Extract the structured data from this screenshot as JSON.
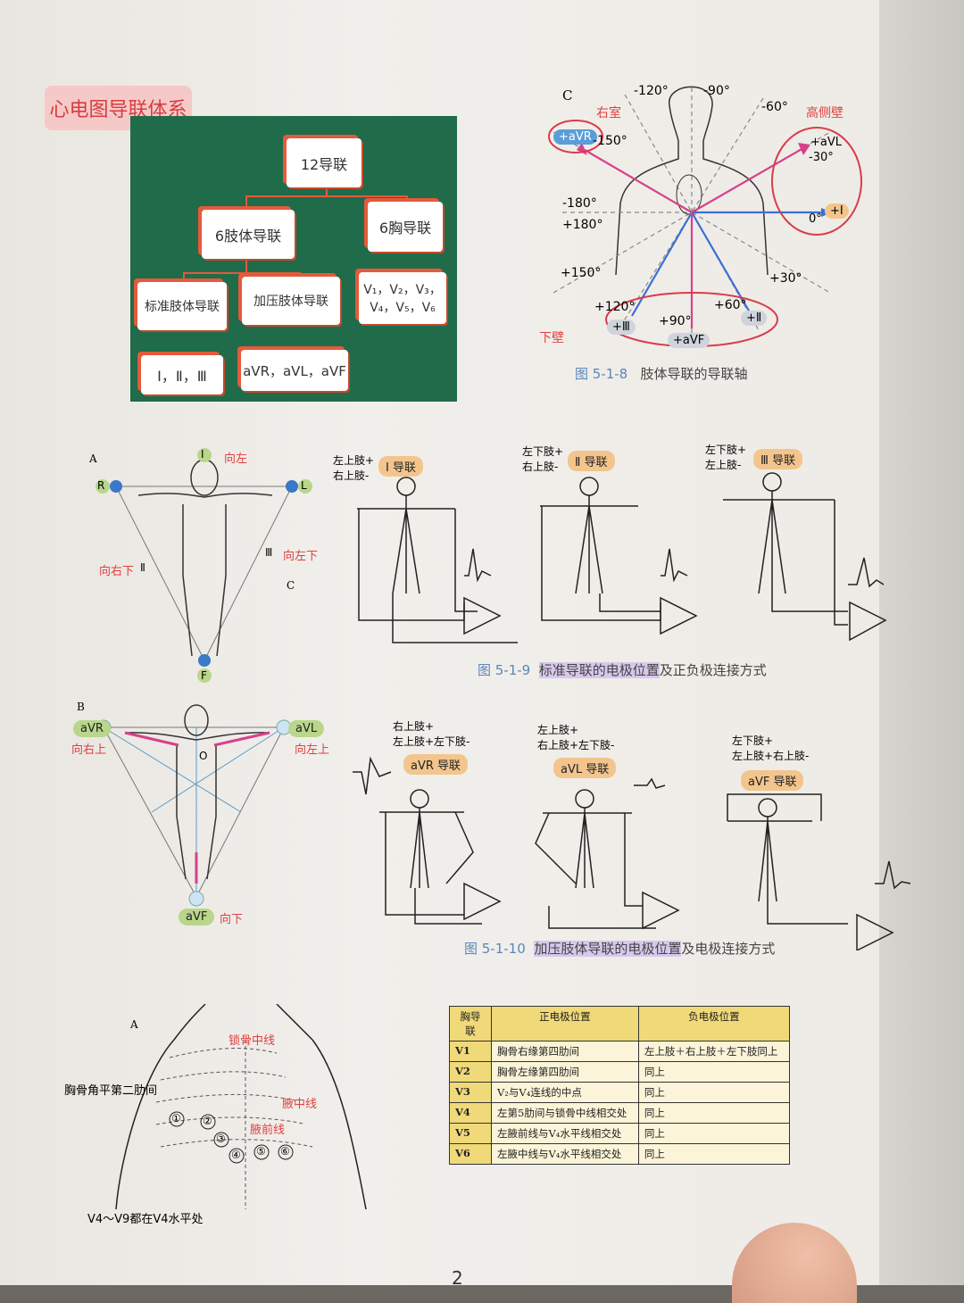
{
  "section_tag": "心电图导联体系",
  "tree": {
    "root": "12导联",
    "limb": "6肢体导联",
    "chest": "6胸导联",
    "standard": "标准肢体导联",
    "augmented": "加压肢体导联",
    "chest_leads_1": "V₁，V₂，V₃，",
    "chest_leads_2": "V₄，V₅，V₆",
    "standard_list": "Ⅰ，Ⅱ，Ⅲ",
    "augmented_list": "aVR，aVL，aVF"
  },
  "axis_fig": {
    "panel": "C",
    "deg_m120": "-120°",
    "deg_m90": "-90°",
    "deg_m60": "-60°",
    "deg_m150": "-150°",
    "deg_m30": "-30°",
    "deg_m180": "-180°",
    "deg_p180": "+180°",
    "deg_0": "0°",
    "deg_p150": "+150°",
    "deg_p30": "+30°",
    "deg_p120": "+120°",
    "deg_p90": "+90°",
    "deg_p60": "+60°",
    "right_vent": "右室",
    "high_lateral": "高侧壁",
    "inferior": "下壁",
    "aVR": "+aVR",
    "aVL": "+aVL",
    "I": "+Ⅰ",
    "II": "+Ⅱ",
    "III": "+Ⅲ",
    "aVF": "+aVF",
    "caption_num": "图 5-1-8",
    "caption_text": "肢体导联的导联轴"
  },
  "triA": {
    "panel": "A",
    "I": "Ⅰ",
    "left": "向左",
    "R": "R",
    "L": "L",
    "III": "Ⅲ",
    "left_down": "向左下",
    "II": "Ⅱ",
    "right_down": "向右下",
    "F": "F",
    "C": "C"
  },
  "std_leads": [
    {
      "pos": "左上肢+",
      "neg": "右上肢-",
      "name": "Ⅰ 导联"
    },
    {
      "pos": "左下肢+",
      "neg": "右上肢-",
      "name": "Ⅱ 导联"
    },
    {
      "pos": "左下肢+",
      "neg": "左上肢-",
      "name": "Ⅲ 导联"
    }
  ],
  "fig519": {
    "num": "图 5-1-9",
    "hl": "标准导联的电极位置",
    "rest": "及正负极连接方式"
  },
  "triB": {
    "panel": "B",
    "aVR": "aVR",
    "aVL": "aVL",
    "aVF": "aVF",
    "right_up": "向右上",
    "left_up": "向左上",
    "down": "向下",
    "O": "O"
  },
  "aug_leads": [
    {
      "pos": "右上肢+",
      "neg": "左上肢+左下肢-",
      "name": "aVR 导联"
    },
    {
      "pos": "左上肢+",
      "neg": "右上肢+左下肢-",
      "name": "aVL 导联"
    },
    {
      "pos": "左下肢+",
      "neg": "左上肢+右上肢-",
      "name": "aVF 导联"
    }
  ],
  "fig5110": {
    "num": "图 5-1-10",
    "hl": "加压肢体导联的电极位置",
    "rest": "及电极连接方式"
  },
  "chestA": {
    "panel": "A",
    "clavicle": "锁骨中线",
    "sternal_angle": "胸骨角平第二肋间",
    "mid_axillary": "腋中线",
    "ant_axillary": "腋前线",
    "note": "V4～V9都在V4水平处",
    "marks": [
      "①",
      "②",
      "③",
      "④",
      "⑤",
      "⑥"
    ]
  },
  "chest_table": {
    "headers": [
      "胸导联",
      "正电极位置",
      "负电极位置"
    ],
    "rows": [
      [
        "V1",
        "胸骨右缘第四肋间",
        "左上肢＋右上肢＋左下肢同上"
      ],
      [
        "V2",
        "胸骨左缘第四肋间",
        "同上"
      ],
      [
        "V3",
        "V₂与V₄连线的中点",
        "同上"
      ],
      [
        "V4",
        "左第5肋间与锁骨中线相交处",
        "同上"
      ],
      [
        "V5",
        "左腋前线与V₄水平线相交处",
        "同上"
      ],
      [
        "V6",
        "左腋中线与V₄水平线相交处",
        "同上"
      ]
    ]
  },
  "page_number": "2",
  "colors": {
    "accent_red": "#e04040",
    "board_green": "#1f6b4a",
    "card_orange": "#e45a3a",
    "axis_blue": "#3a6fd6",
    "axis_pink": "#d8408a",
    "table_yellow": "#f0d979"
  }
}
